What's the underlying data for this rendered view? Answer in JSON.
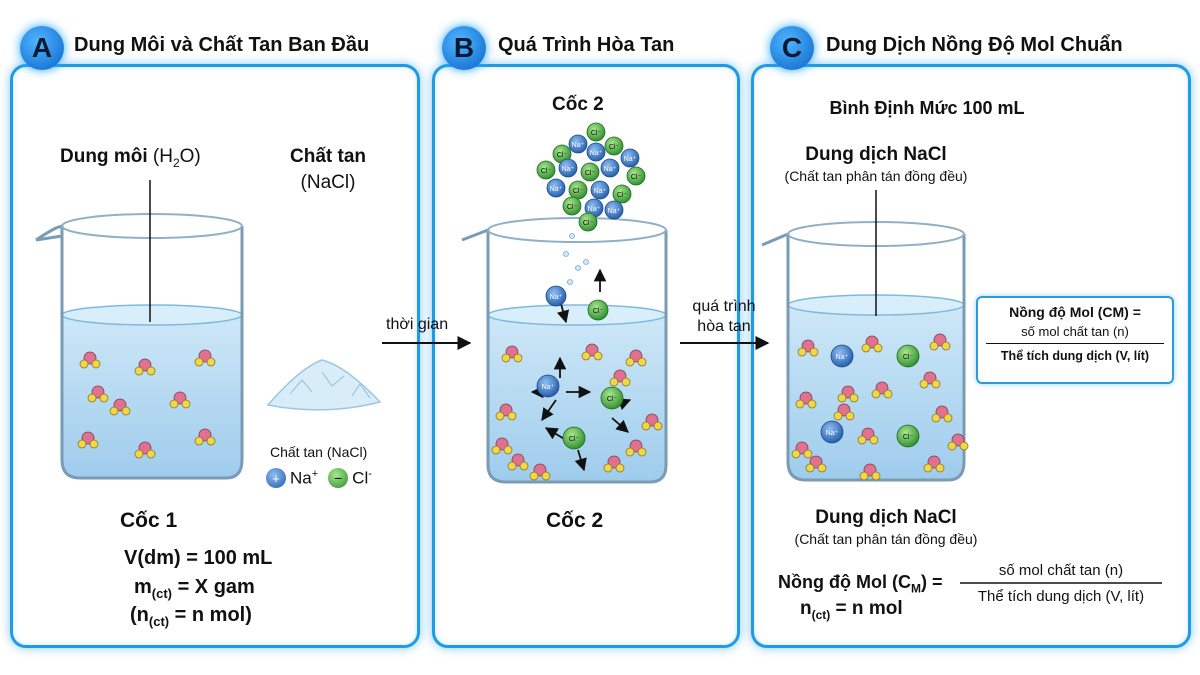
{
  "panels": {
    "a": {
      "badge": "A",
      "title": "Dung Môi và Chất Tan Ban Đầu"
    },
    "b": {
      "badge": "B",
      "title": "Quá Trình Hòa Tan"
    },
    "c": {
      "badge": "C",
      "title": "Dung Dịch Nồng Độ Mol Chuẩn"
    }
  },
  "a": {
    "solvent_label": "Dung môi",
    "solvent_formula_pre": "(H",
    "solvent_formula_sub": "2",
    "solvent_formula_post": "O)",
    "solute_title": "Chất tan",
    "solute_formula": "(NaCl)",
    "beaker_label": "Cốc 1",
    "legend_title": "Chất tan (NaCl)",
    "legend_na": "Na",
    "legend_na_sup": "+",
    "legend_cl": "Cl",
    "legend_cl_sup": "-",
    "legend_na_sym": "+",
    "legend_cl_sym": "−",
    "v_line": "V(dm) = 100 mL",
    "m_pre": "m",
    "m_sub": "(ct)",
    "m_post": " = X gam",
    "n_pre": "(n",
    "n_sub": "(ct)",
    "n_post": " = n mol)"
  },
  "arrows": {
    "ab_label": "thời gian",
    "bc_label_1": "quá trình",
    "bc_label_2": "hòa tan"
  },
  "b": {
    "top_label": "Cốc 2",
    "bottom_label": "Cốc 2",
    "ion_na": "Na⁺",
    "ion_cl": "Cl⁻"
  },
  "c": {
    "flask_title": "Bình Định Mức 100 mL",
    "solution_top": "Dung dịch NaCl",
    "solution_top_sub": "(Chất tan phân tán đồng đều)",
    "solution_bottom": "Dung dịch NaCl",
    "solution_bottom_sub": "(Chất tan phân tán đồng đều)",
    "box_label": "Nồng độ Mol (CM) =",
    "box_num": "số mol chất tan (n)",
    "box_den": "Thể tích dung dịch (V, lít)",
    "formula_pre": "Nồng độ Mol (C",
    "formula_sub": "M",
    "formula_post": ") =",
    "formula_num": "số mol chất tan (n)",
    "formula_den": "Thể tích dung dịch (V, lít)",
    "n_pre": "n",
    "n_sub": "(ct)",
    "n_post": " = n mol"
  },
  "colors": {
    "frame": "#1f9be6",
    "water": "#a9d3f0",
    "na": "#2f6fc2",
    "cl": "#3aa83a",
    "oxygen": "#e0718f",
    "hydrogen": "#f2d64a"
  }
}
